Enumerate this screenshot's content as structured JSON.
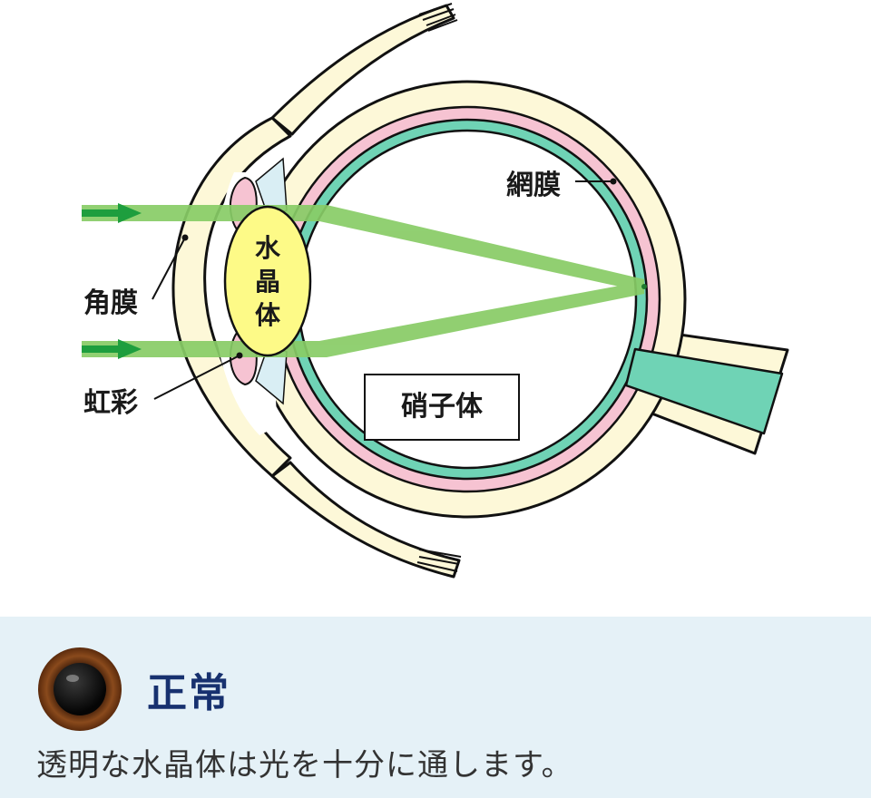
{
  "diagram": {
    "labels": {
      "cornea": "角膜",
      "iris": "虹彩",
      "retina": "網膜",
      "vitreous": "硝子体",
      "lens_chars": [
        "水",
        "晶",
        "体"
      ]
    },
    "colors": {
      "sclera": "#fdf8d8",
      "choroid": "#f6c3d2",
      "retina": "#6fd3b5",
      "lens": "#fdfa87",
      "light_ray": "#88cc66",
      "arrow": "#1e9e3e",
      "outline": "#111111"
    }
  },
  "status": {
    "icon": "eye-icon",
    "title": "正常",
    "description": "透明な水晶体は光を十分に通します。"
  }
}
